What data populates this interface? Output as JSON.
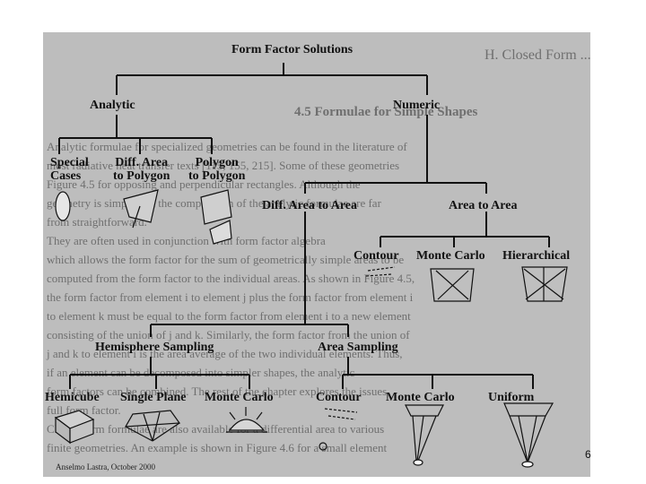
{
  "background_book_text": {
    "heading_top": "H. Closed Form ... Form Factor",
    "heading_section": "4.5 Formulae for Simple Shapes",
    "lines": [
      "Analytic formulae for specialized geometries can be found in the literature of",
      "most radiative heat transfer texts [115, 155, 215]. Some of these geometries",
      "Figure 4.5 for opposing and perpendicular rectangles. Although the",
      "geometry is simple and the computation of the analytic formulae are far",
      "from straightforward.",
      "They are often used in conjunction with form factor algebra",
      "which allows the form factor for the sum of geometrically simple areas to be",
      "computed from the form factor to the individual areas. As shown in Figure 4.5,",
      "the form factor from element i to element j plus the form factor from element i",
      "to element k must be equal to the form factor from element i to a new element",
      "consisting of the union of j and k. Similarly, the form factor from the union of",
      "j and k to element i is the area average of the two individual elements. Thus,",
      "if an element can be decomposed into simpler shapes, the analytic",
      "form factors can be combined. The rest of the chapter explores the issues",
      "full form factor.",
      "Closed form formulae are also available for a differential area to various",
      "finite geometries. An example is shown in Figure 4.6 for a small element"
    ]
  },
  "diagram": {
    "root": "Form Factor Solutions",
    "analytic": "Analytic",
    "numeric": "Numeric",
    "special_cases": [
      "Special",
      "Cases"
    ],
    "diff_area_polygon": [
      "Diff. Area",
      "to Polygon"
    ],
    "polygon_polygon": [
      "Polygon",
      "to Polygon"
    ],
    "diff_area_to_area": "Diff. Area to Area",
    "area_to_area": "Area to Area",
    "contour_top": "Contour",
    "monte_carlo_top": "Monte Carlo",
    "hierarchical": "Hierarchical",
    "hemisphere_sampling": "Hemisphere Sampling",
    "area_sampling": "Area Sampling",
    "hemicube": "Hemicube",
    "single_plane": "Single Plane",
    "monte_carlo_hemi": "Monte Carlo",
    "contour_bottom": "Contour",
    "monte_carlo_area": "Monte Carlo",
    "uniform": "Uniform"
  },
  "footer": "Anselmo Lastra, October 2000",
  "page_number": "6"
}
